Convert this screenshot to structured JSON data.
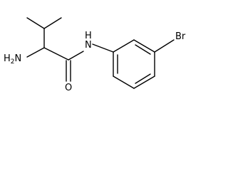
{
  "diagram": {
    "type": "chemical-structure",
    "atoms": {
      "amino": {
        "main": "H",
        "sub": "2",
        "tail": "N"
      },
      "amide_nitrogen": "N",
      "amide_nitrogen_h": "H",
      "carbonyl_oxygen": "O",
      "bromine": "Br"
    },
    "colors": {
      "bond": "#000000",
      "text": "#000000",
      "background": "#ffffff"
    }
  }
}
